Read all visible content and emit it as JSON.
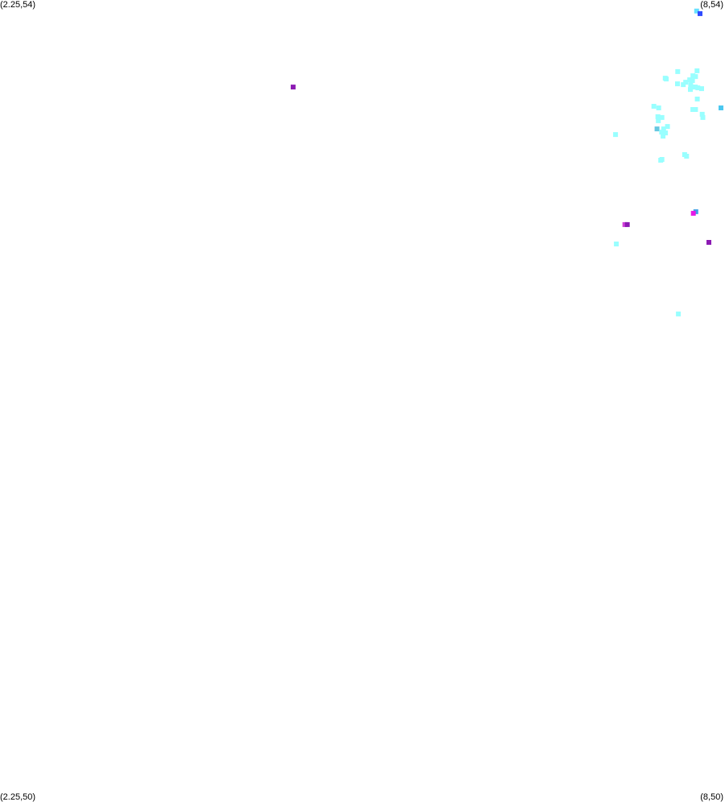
{
  "chart_data": {
    "type": "scatter",
    "title": "",
    "xlabel": "",
    "ylabel": "",
    "xlim": [
      2.25,
      8
    ],
    "ylim": [
      50,
      54
    ],
    "grid": false,
    "legend": "none",
    "marker": "square",
    "corner_labels": {
      "top_left": "(2.25,54)",
      "top_right": "(8,54)",
      "bottom_left": "(2.25,50)",
      "bottom_right": "(8,50)"
    },
    "points": [
      {
        "x": 7.775,
        "y": 53.945,
        "color": "#66e0ff"
      },
      {
        "x": 7.802,
        "y": 53.932,
        "color": "#2f4bff"
      },
      {
        "x": 4.575,
        "y": 53.566,
        "color": "#8c1ab3"
      },
      {
        "x": 7.526,
        "y": 53.61,
        "color": "#99ffff"
      },
      {
        "x": 7.534,
        "y": 53.606,
        "color": "#99ffff"
      },
      {
        "x": 7.625,
        "y": 53.643,
        "color": "#99ffff"
      },
      {
        "x": 7.742,
        "y": 53.598,
        "color": "#99ffff"
      },
      {
        "x": 7.766,
        "y": 53.618,
        "color": "#99ffff"
      },
      {
        "x": 7.728,
        "y": 53.578,
        "color": "#99ffff"
      },
      {
        "x": 7.778,
        "y": 53.647,
        "color": "#99ffff"
      },
      {
        "x": 7.746,
        "y": 53.622,
        "color": "#99ffff"
      },
      {
        "x": 7.669,
        "y": 53.578,
        "color": "#99ffff"
      },
      {
        "x": 7.688,
        "y": 53.59,
        "color": "#99ffff"
      },
      {
        "x": 7.623,
        "y": 53.582,
        "color": "#99ffff"
      },
      {
        "x": 7.72,
        "y": 53.602,
        "color": "#99ffff"
      },
      {
        "x": 7.765,
        "y": 53.566,
        "color": "#99ffff"
      },
      {
        "x": 7.74,
        "y": 53.566,
        "color": "#99ffff"
      },
      {
        "x": 7.725,
        "y": 53.554,
        "color": "#99ffff"
      },
      {
        "x": 7.78,
        "y": 53.506,
        "color": "#99ffff"
      },
      {
        "x": 7.815,
        "y": 53.558,
        "color": "#99ffff"
      },
      {
        "x": 7.785,
        "y": 53.562,
        "color": "#99ffff"
      },
      {
        "x": 7.436,
        "y": 53.47,
        "color": "#99ffff"
      },
      {
        "x": 7.474,
        "y": 53.462,
        "color": "#99ffff"
      },
      {
        "x": 7.468,
        "y": 53.418,
        "color": "#99ffff"
      },
      {
        "x": 7.5,
        "y": 53.414,
        "color": "#99ffff"
      },
      {
        "x": 7.471,
        "y": 53.398,
        "color": "#99ffff"
      },
      {
        "x": 7.461,
        "y": 53.357,
        "color": "#66c8e0"
      },
      {
        "x": 7.497,
        "y": 53.341,
        "color": "#99ffff"
      },
      {
        "x": 7.513,
        "y": 53.357,
        "color": "#99ffff"
      },
      {
        "x": 7.544,
        "y": 53.369,
        "color": "#99ffff"
      },
      {
        "x": 7.528,
        "y": 53.337,
        "color": "#99ffff"
      },
      {
        "x": 7.509,
        "y": 53.321,
        "color": "#99ffff"
      },
      {
        "x": 7.745,
        "y": 53.454,
        "color": "#99ffff"
      },
      {
        "x": 7.766,
        "y": 53.454,
        "color": "#99ffff"
      },
      {
        "x": 7.819,
        "y": 53.43,
        "color": "#99ffff"
      },
      {
        "x": 7.824,
        "y": 53.414,
        "color": "#99ffff"
      },
      {
        "x": 7.968,
        "y": 53.462,
        "color": "#4cc8f0"
      },
      {
        "x": 7.132,
        "y": 53.329,
        "color": "#99ffff"
      },
      {
        "x": 7.68,
        "y": 53.229,
        "color": "#99ffff"
      },
      {
        "x": 7.695,
        "y": 53.221,
        "color": "#99ffff"
      },
      {
        "x": 7.49,
        "y": 53.201,
        "color": "#99ffff"
      },
      {
        "x": 7.5,
        "y": 53.205,
        "color": "#99ffff"
      },
      {
        "x": 7.769,
        "y": 52.944,
        "color": "#3fa0e6"
      },
      {
        "x": 7.749,
        "y": 52.936,
        "color": "#e619e6"
      },
      {
        "x": 7.206,
        "y": 52.88,
        "color": "#d13fd9"
      },
      {
        "x": 7.225,
        "y": 52.88,
        "color": "#8c1ab3"
      },
      {
        "x": 7.872,
        "y": 52.791,
        "color": "#8c1ab3"
      },
      {
        "x": 7.138,
        "y": 52.783,
        "color": "#99ffff"
      },
      {
        "x": 7.63,
        "y": 52.434,
        "color": "#99ffff"
      }
    ]
  }
}
